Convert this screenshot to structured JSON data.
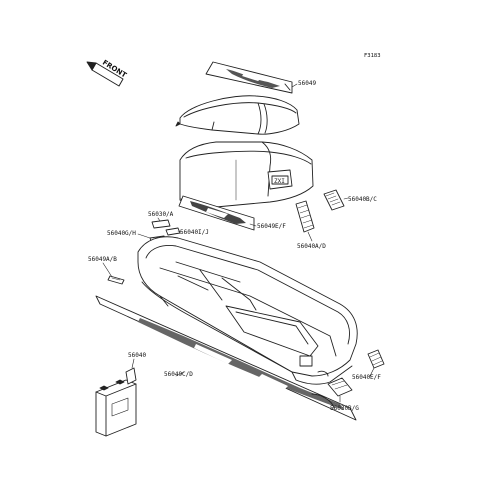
{
  "figure_code": "F3183",
  "front_marker": "FRONT",
  "labels": {
    "l56049": "56049",
    "l56040bc": "56040B/C",
    "l56030a": "56030/A",
    "l56040ij": "56040I/J",
    "l56049ef": "56049E/F",
    "l56040gh": "56040G/H",
    "l56040ad": "56040A/D",
    "l56049ab": "56049A/B",
    "l56040": "56040",
    "l56049cd": "56049C/D",
    "l56040ef": "56040E/F",
    "l56030bg": "56030B/G"
  }
}
